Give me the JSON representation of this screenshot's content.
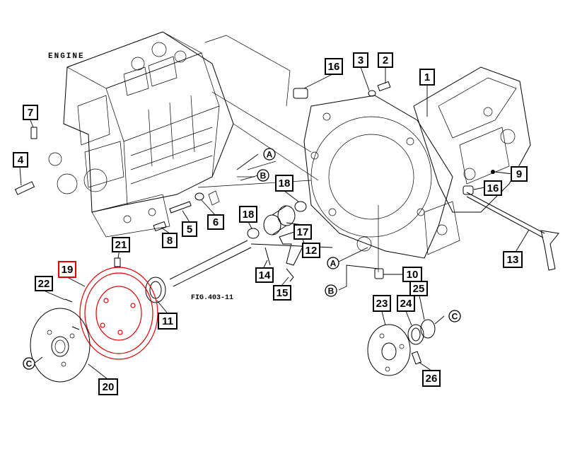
{
  "labels": {
    "engine": "ENGINE",
    "fig_ref": "FIG.403-11"
  },
  "callouts": [
    {
      "id": "c1",
      "text": "1"
    },
    {
      "id": "c2",
      "text": "2"
    },
    {
      "id": "c3",
      "text": "3"
    },
    {
      "id": "c4",
      "text": "4"
    },
    {
      "id": "c5",
      "text": "5"
    },
    {
      "id": "c6",
      "text": "6"
    },
    {
      "id": "c7",
      "text": "7"
    },
    {
      "id": "c8",
      "text": "8"
    },
    {
      "id": "c9",
      "text": "9"
    },
    {
      "id": "c10",
      "text": "10"
    },
    {
      "id": "c11",
      "text": "11"
    },
    {
      "id": "c12",
      "text": "12"
    },
    {
      "id": "c13",
      "text": "13"
    },
    {
      "id": "c14",
      "text": "14"
    },
    {
      "id": "c15",
      "text": "15"
    },
    {
      "id": "c16a",
      "text": "16"
    },
    {
      "id": "c16b",
      "text": "16"
    },
    {
      "id": "c17",
      "text": "17"
    },
    {
      "id": "c18a",
      "text": "18"
    },
    {
      "id": "c18b",
      "text": "18"
    },
    {
      "id": "c19",
      "text": "19"
    },
    {
      "id": "c20",
      "text": "20"
    },
    {
      "id": "c21",
      "text": "21"
    },
    {
      "id": "c22",
      "text": "22"
    },
    {
      "id": "c23",
      "text": "23"
    },
    {
      "id": "c24",
      "text": "24"
    },
    {
      "id": "c25",
      "text": "25"
    },
    {
      "id": "c26",
      "text": "26"
    }
  ],
  "markers": [
    {
      "id": "mA1",
      "text": "A"
    },
    {
      "id": "mB1",
      "text": "B"
    },
    {
      "id": "mA2",
      "text": "A"
    },
    {
      "id": "mB2",
      "text": "B"
    },
    {
      "id": "mC1",
      "text": "C"
    },
    {
      "id": "mC2",
      "text": "C"
    }
  ],
  "colors": {
    "highlight": "#e00000",
    "ink": "#000000",
    "background": "#ffffff"
  }
}
